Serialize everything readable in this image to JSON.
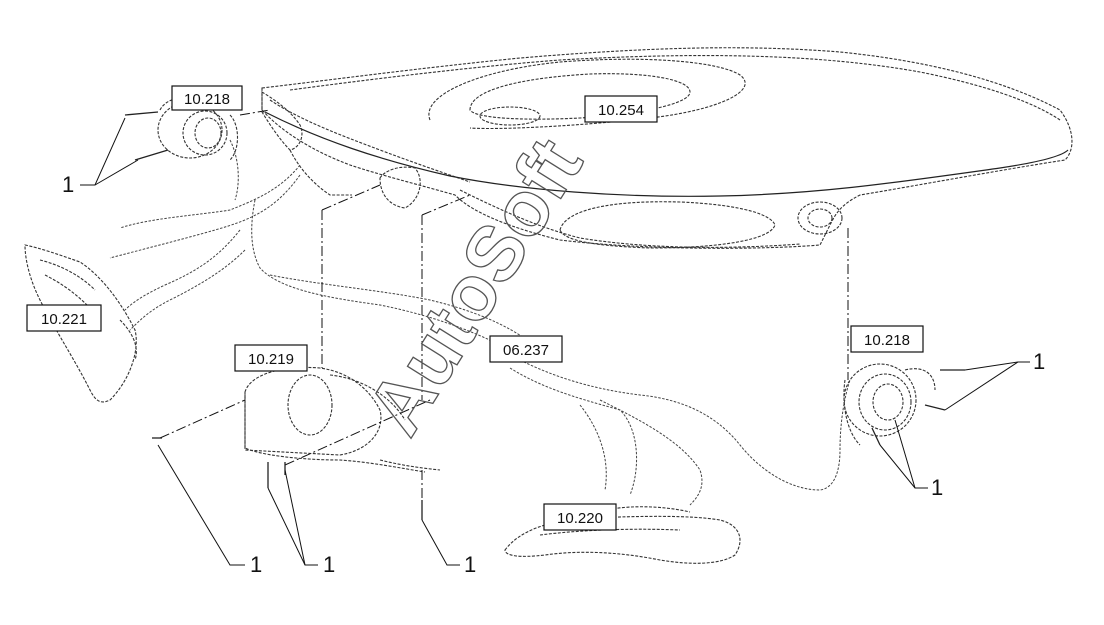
{
  "labels": {
    "l_10_218_top": "10.218",
    "l_10_254": "10.254",
    "l_10_221": "10.221",
    "l_10_219": "10.219",
    "l_06_237": "06.237",
    "l_10_218_right": "10.218",
    "l_10_220": "10.220"
  },
  "callouts": {
    "c1": "1",
    "c2": "1",
    "c3": "1",
    "c4": "1",
    "c5": "1",
    "c6": "1"
  },
  "watermark": "AutoSoft"
}
